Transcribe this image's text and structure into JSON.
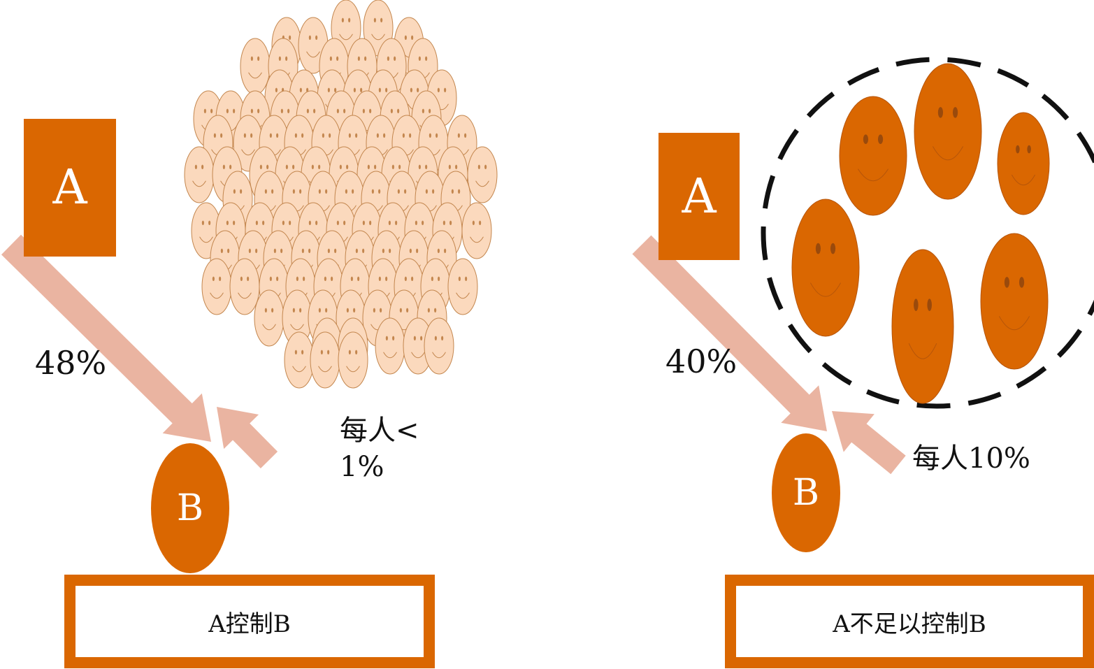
{
  "left": {
    "box_label": "A",
    "oval_label": "B",
    "percent": "48%",
    "note_line1": "每人<",
    "note_line2": "1%",
    "result": "A控制B"
  },
  "right": {
    "box_label": "A",
    "oval_label": "B",
    "percent": "40%",
    "note": "每人10%",
    "result": "A不足以控制B"
  },
  "colors": {
    "accent": "#DA6701",
    "arrow": "#EAB4A1",
    "crowd_face": "#FBD9BD",
    "crowd_outline": "#C3864E"
  }
}
